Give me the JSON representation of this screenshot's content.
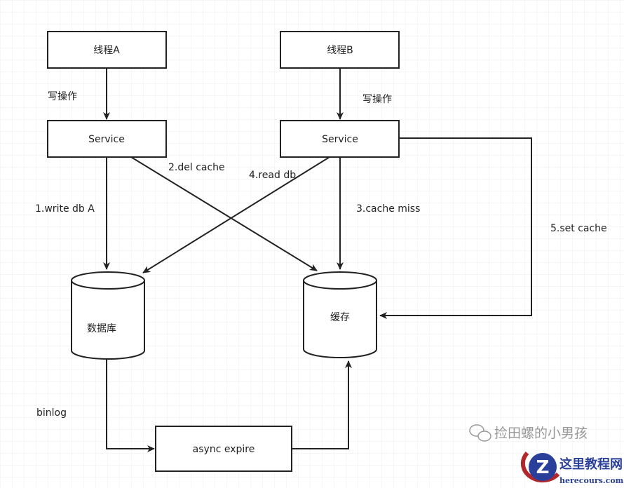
{
  "nodes": {
    "thread_a": "线程A",
    "thread_b": "线程B",
    "service_a": "Service",
    "service_b": "Service",
    "database": "数据库",
    "cache": "缓存",
    "async_expire": "async expire"
  },
  "edges": {
    "write_op_a": "写操作",
    "write_op_b": "写操作",
    "write_db": "1.write db A",
    "del_cache": "2.del cache",
    "cache_miss": "3.cache miss",
    "read_db": "4.read db",
    "set_cache": "5.set cache",
    "binlog": "binlog"
  },
  "watermark": {
    "wechat_account": "捡田螺的小男孩",
    "site_name": "这里教程网",
    "site_url": "herecours.com"
  },
  "colors": {
    "stroke": "#222222",
    "grid": "#ececec",
    "logo_blue": "#2a3f9a",
    "logo_red": "#b0282c"
  }
}
